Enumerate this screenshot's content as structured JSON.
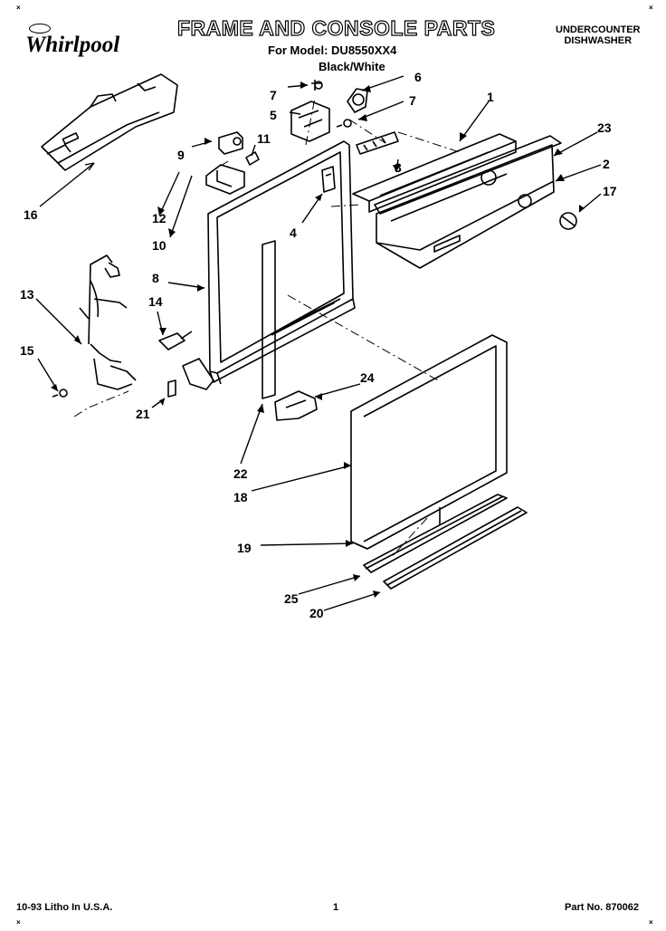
{
  "header": {
    "brand": "Whirlpool",
    "title": "FRAME AND CONSOLE PARTS",
    "model_line": "For Model: DU8550XX4",
    "color_line": "Black/White",
    "product_line1": "UNDERCOUNTER",
    "product_line2": "DISHWASHER"
  },
  "callouts": {
    "c1": "1",
    "c2": "2",
    "c3": "3",
    "c4": "4",
    "c5": "5",
    "c6": "6",
    "c7a": "7",
    "c7b": "7",
    "c8": "8",
    "c9": "9",
    "c10": "10",
    "c11": "11",
    "c12": "12",
    "c13": "13",
    "c14": "14",
    "c15": "15",
    "c16": "16",
    "c17": "17",
    "c18": "18",
    "c19": "19",
    "c20": "20",
    "c21": "21",
    "c22": "22",
    "c23": "23",
    "c24": "24",
    "c25": "25"
  },
  "footer": {
    "litho": "10-93 Litho In U.S.A.",
    "page": "1",
    "part_no": "Part No. 870062"
  }
}
